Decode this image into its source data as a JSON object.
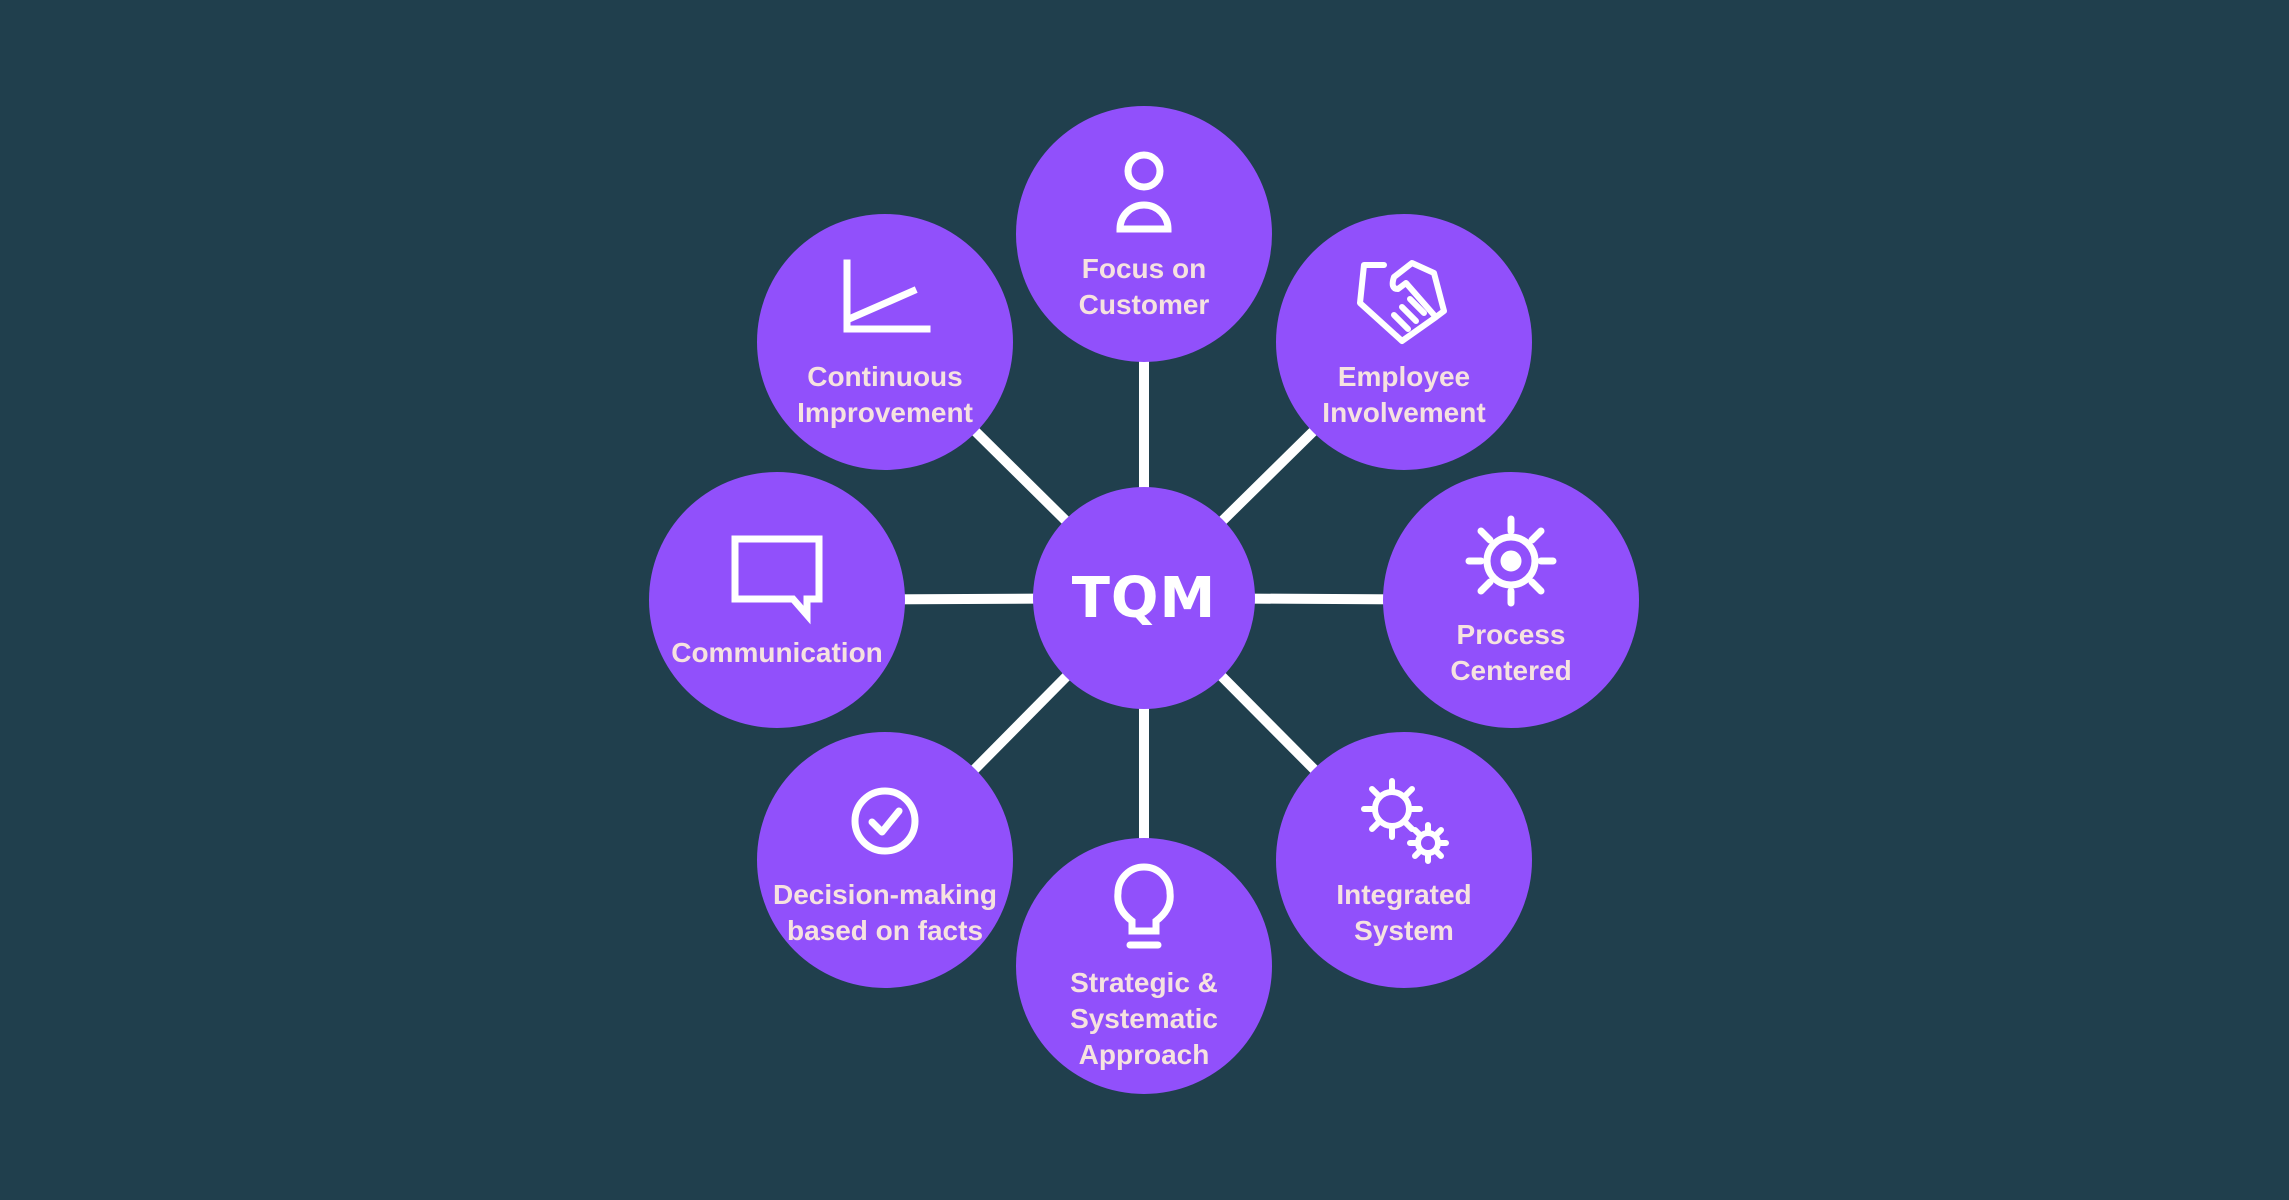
{
  "colors": {
    "background": "#203f4d",
    "node": "#9150fb",
    "text": "#f6e2e0",
    "line": "#ffffff"
  },
  "center": {
    "label": "TQM"
  },
  "nodes": [
    {
      "label": "Focus on\nCustomer",
      "icon": "person-icon"
    },
    {
      "label": "Employee\nInvolvement",
      "icon": "handshake-icon"
    },
    {
      "label": "Process\nCentered",
      "icon": "gear-icon"
    },
    {
      "label": "Integrated\nSystem",
      "icon": "gears-icon"
    },
    {
      "label": "Strategic &\nSystematic\nApproach",
      "icon": "lightbulb-icon"
    },
    {
      "label": "Decision-making\nbased on facts",
      "icon": "check-circle-icon"
    },
    {
      "label": "Communication",
      "icon": "speech-bubble-icon"
    },
    {
      "label": "Continuous\nImprovement",
      "icon": "growth-chart-icon"
    }
  ]
}
